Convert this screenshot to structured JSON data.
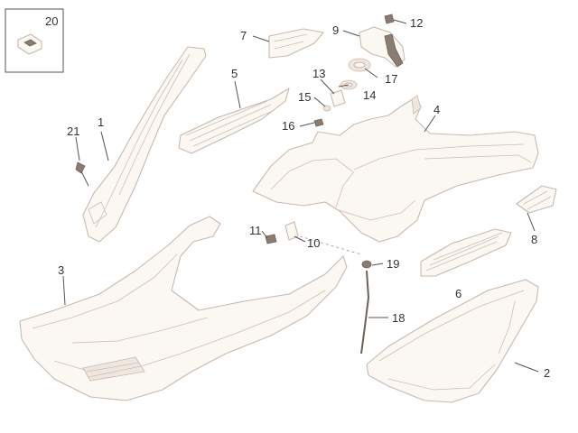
{
  "callouts": {
    "p1": "1",
    "p2": "2",
    "p3": "3",
    "p4": "4",
    "p5": "5",
    "p6": "6",
    "p7": "7",
    "p8": "8",
    "p9": "9",
    "p10": "10",
    "p11": "11",
    "p12": "12",
    "p13": "13",
    "p14": "14",
    "p15": "15",
    "p16": "16",
    "p17": "17",
    "p18": "18",
    "p19": "19",
    "p20": "20",
    "p21": "21"
  },
  "colors": {
    "part_outline": "#c9b9ad",
    "part_fill": "#fbf7f3",
    "leader_line": "#555555",
    "callout_text": "#333333"
  }
}
